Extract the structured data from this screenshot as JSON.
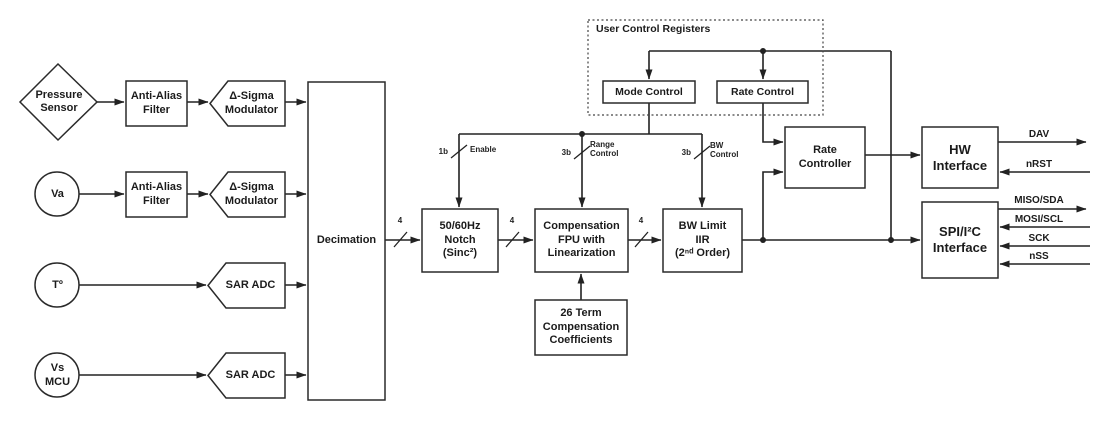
{
  "nodes": {
    "pressure_sensor": [
      "Pressure",
      "Sensor"
    ],
    "va": "Va",
    "temperature": "Tº",
    "vs_mcu": [
      "Vs",
      "MCU"
    ],
    "anti_alias": [
      "Anti-Alias",
      "Filter"
    ],
    "dsigma": [
      "Δ-Sigma",
      "Modulator"
    ],
    "sar_adc": "SAR ADC",
    "decimation": "Decimation",
    "notch": [
      "50/60Hz",
      "Notch",
      "(Sinc²)"
    ],
    "comp_fpu": [
      "Compensation",
      "FPU with",
      "Linearization"
    ],
    "bw_limit": [
      "BW Limit",
      "IIR",
      "(2ⁿᵈ Order)"
    ],
    "coefficients": [
      "26 Term",
      "Compensation",
      "Coefficients"
    ],
    "rate_controller": [
      "Rate",
      "Controller"
    ],
    "hw_interface": [
      "HW",
      "Interface"
    ],
    "spi_interface": [
      "SPI/I²C",
      "Interface"
    ],
    "mode_control": "Mode Control",
    "rate_control": "Rate Control",
    "user_control_registers": "User Control Registers"
  },
  "bus": {
    "width_4": "4",
    "enable_width": "1b",
    "enable": "Enable",
    "range_width": "3b",
    "range": [
      "Range",
      "Control"
    ],
    "bw_width": "3b",
    "bw": [
      "BW",
      "Control"
    ]
  },
  "io": {
    "dav": "DAV",
    "nrst": "nRST",
    "miso_sda": "MISO/SDA",
    "mosi_scl": "MOSI/SCL",
    "sck": "SCK",
    "nss": "nSS"
  },
  "colors": {
    "line": "#222222",
    "text": "#1b1b1b",
    "background": "#ffffff"
  }
}
